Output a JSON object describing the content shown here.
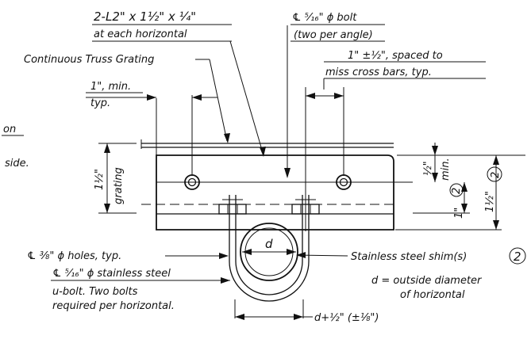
{
  "labels": {
    "angle_l1": "2-L2\" x 1½\" x ¼\"",
    "angle_l2": "at each horizontal",
    "bolt_l1": "℄ ⁵⁄₁₆\" ϕ bolt",
    "bolt_l2": "(two per angle)",
    "grating": "Continuous Truss Grating",
    "spacing_l1": "1\" ±½\", spaced to",
    "spacing_l2": "miss cross bars, typ.",
    "min_l1": "1\", min.",
    "min_l2": "typ.",
    "on": "on",
    "side": "side.",
    "half_min_l1": "½\"",
    "half_min_l2": "min.",
    "one_half_grating_l1": "1½\"",
    "one_half_grating_l2": "grating",
    "one_note": "1\"",
    "one_half_note": "1½\"",
    "note_circle": "2",
    "holes": "℄ ⅜\" ϕ holes, typ.",
    "ubolt_l1": "℄ ⁵⁄₁₆\" ϕ stainless steel",
    "ubolt_l2": "u-bolt.  Two bolts",
    "ubolt_l3": "required per horizontal.",
    "d": "d",
    "shim": "Stainless steel shim(s)",
    "d_def_l1": "d = outside diameter",
    "d_def_l2": "of horizontal",
    "d_dim": "d+½\" (±⅛\")"
  }
}
